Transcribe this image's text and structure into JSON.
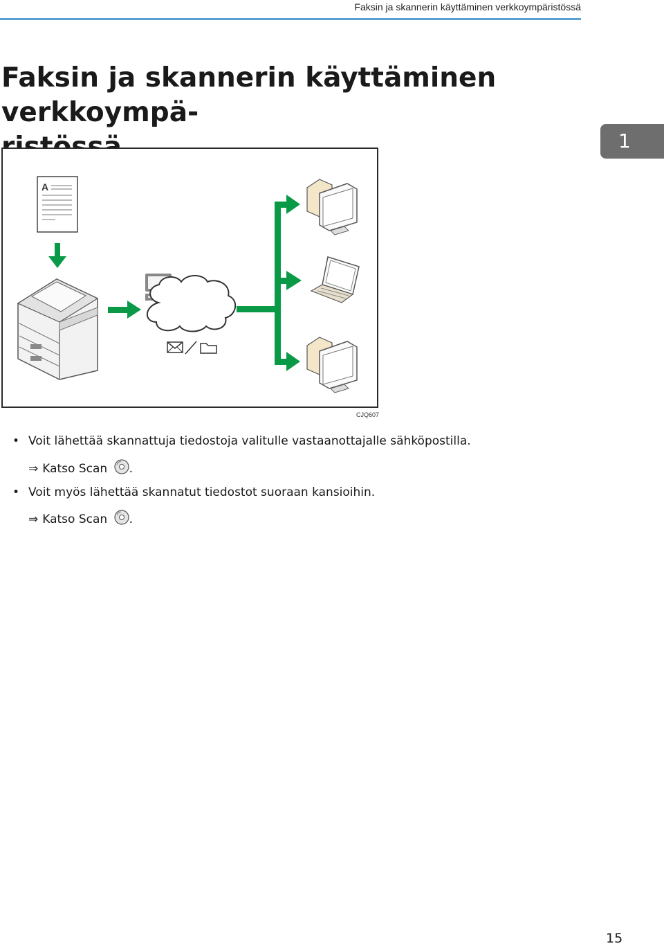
{
  "header": {
    "running_title": "Faksin ja skannerin käyttäminen verkkoympäristössä"
  },
  "title": {
    "line1": "Faksin ja skannerin käyttäminen verkkoympä-",
    "line2": "ristössä"
  },
  "chapter_tab": {
    "number": "1"
  },
  "figure": {
    "code": "CJQ607",
    "document_letter": "A",
    "accent_color": "#0a9a47",
    "icons": [
      "document-icon",
      "mfp-printer-icon",
      "network-pc-icon",
      "cloud-icon",
      "email-icon",
      "folder-icon",
      "desktop-pc-icon",
      "laptop-icon"
    ]
  },
  "bullets": [
    {
      "text": "Voit lähettää skannattuja tiedostoja valitulle vastaanottajalle sähköpostilla.",
      "ref_arrow": "⇒",
      "ref_text": "Katso Scan",
      "ref_end": "."
    },
    {
      "text": "Voit myös lähettää skannatut tiedostot suoraan kansioihin.",
      "ref_arrow": "⇒",
      "ref_text": "Katso Scan",
      "ref_end": "."
    }
  ],
  "bullet_symbol": "•",
  "footer": {
    "page_number": "15"
  }
}
